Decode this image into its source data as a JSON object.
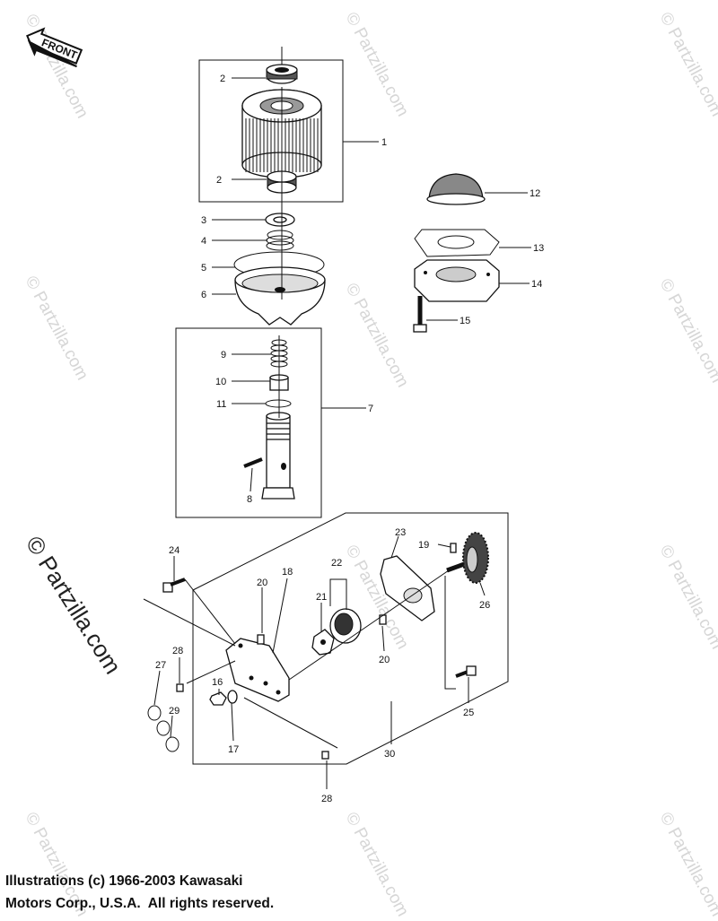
{
  "front_arrow_label": "FRONT",
  "watermark": "© Partzilla.com",
  "callouts": {
    "c1": "1",
    "c2a": "2",
    "c2b": "2",
    "c3": "3",
    "c4": "4",
    "c5": "5",
    "c6": "6",
    "c7": "7",
    "c8": "8",
    "c9": "9",
    "c10": "10",
    "c11": "11",
    "c12": "12",
    "c13": "13",
    "c14": "14",
    "c15": "15",
    "c16": "16",
    "c17": "17",
    "c18": "18",
    "c19": "19",
    "c20a": "20",
    "c20b": "20",
    "c21": "21",
    "c22": "22",
    "c23": "23",
    "c24": "24",
    "c25": "25",
    "c26": "26",
    "c27": "27",
    "c28a": "28",
    "c28b": "28",
    "c29": "29",
    "c30": "30"
  },
  "copyright": {
    "line1": "Illustrations (c) 1966-2003 Kawasaki",
    "line2": "Motors Corp., U.S.A.  All rights reserved."
  }
}
